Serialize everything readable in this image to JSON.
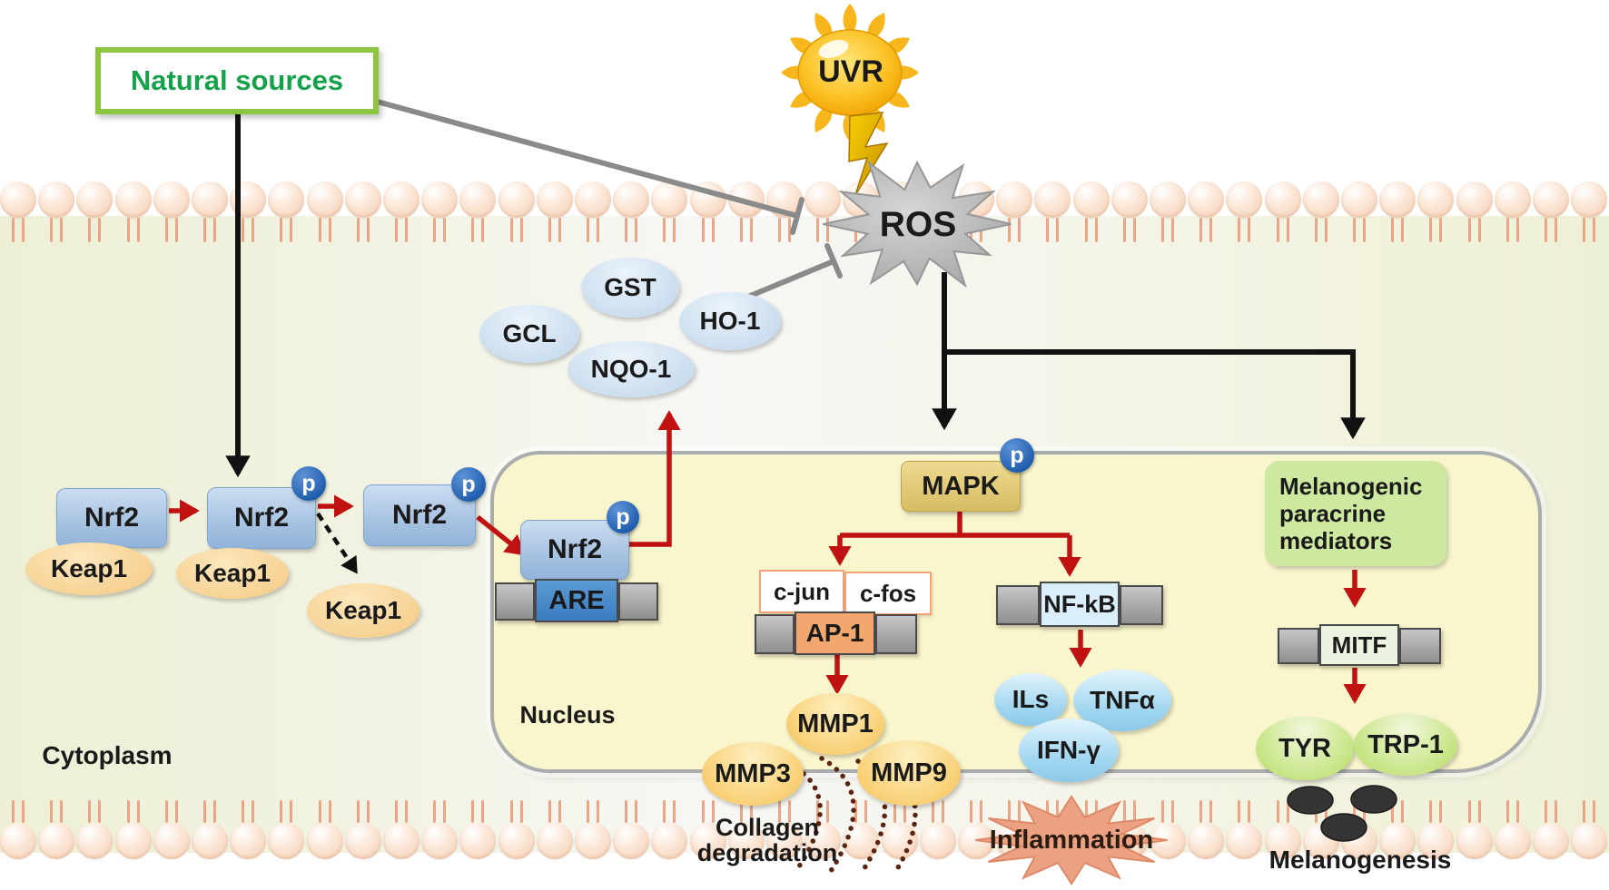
{
  "source_box": {
    "label": "Natural sources"
  },
  "sun": {
    "label": "UVR"
  },
  "ros": {
    "label": "ROS"
  },
  "enzymes": {
    "gcl": "GCL",
    "gst": "GST",
    "ho1": "HO-1",
    "nqo1": "NQO-1"
  },
  "proteins": {
    "nrf2": "Nrf2",
    "keap1": "Keap1",
    "phospho": "p",
    "are": "ARE",
    "mapk": "MAPK",
    "cjun": "c-jun",
    "cfos": "c-fos",
    "ap1": "AP-1",
    "nfkb": "NF-kB",
    "mitf": "MITF"
  },
  "outputs": {
    "mmp1": "MMP1",
    "mmp3": "MMP3",
    "mmp9": "MMP9",
    "ils": "ILs",
    "tnfa": "TNFα",
    "ifng": "IFN-γ",
    "tyr": "TYR",
    "trp1": "TRP-1"
  },
  "mediators": {
    "line1": "Melanogenic",
    "line2": "paracrine",
    "line3": "mediators"
  },
  "compartments": {
    "nucleus": "Nucleus",
    "cytoplasm": "Cytoplasm"
  },
  "effects": {
    "collagen_line1": "Collagen",
    "collagen_line2": "degradation",
    "inflammation": "Inflammation",
    "melanogenesis": "Melanogenesis"
  },
  "colors": {
    "source_border_green": "#8cc63f",
    "source_text_green": "#15a24a",
    "sun_gold": "#f5a800",
    "ros_gray": "#bdbdbd",
    "arrow_red": "#c11212",
    "arrow_black": "#111111",
    "inhibit_gray": "#8a8a8a",
    "nucleus_fill": "#f9f5cc",
    "cytoplasm_fill": "#f1f2db",
    "nrf2_blue": "#a9c4e2",
    "keap1_orange": "#f6cf8d",
    "phospho_blue": "#1d5cab",
    "mapk_tan": "#d7bc61",
    "ap1_orange": "#f1a76d",
    "nfkb_blue": "#d9eef8",
    "are_blue": "#4a90d0",
    "mmp_yellow": "#f8c966",
    "cytokine_blue": "#a1d6f0",
    "melanogenic_green": "#cde89f",
    "tyr_green": "#bee173",
    "inflammation_salmon": "#eda183",
    "membrane_peach": "#f4cdb2",
    "melanin_dark": "#333333"
  }
}
